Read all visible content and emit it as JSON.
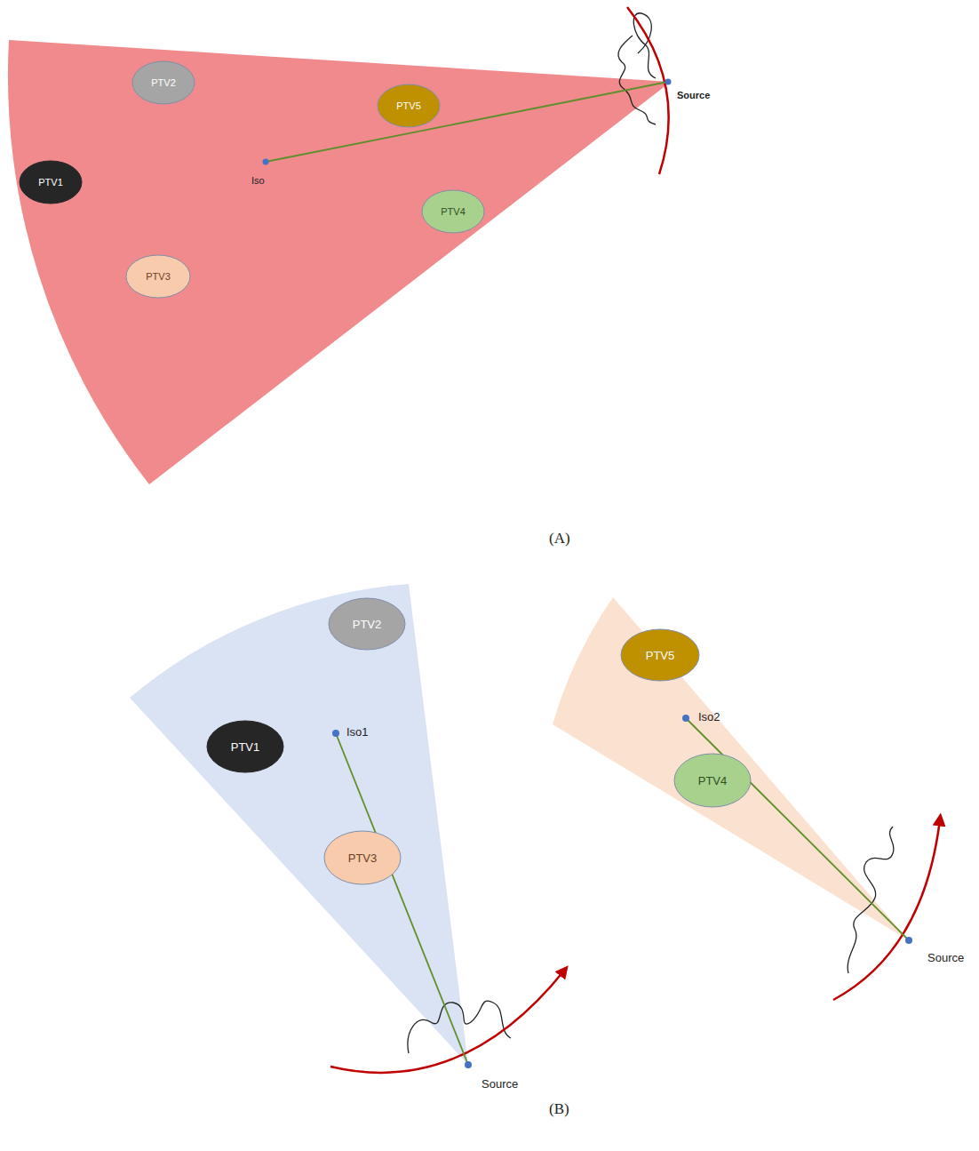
{
  "diagram": {
    "nodes": [
      {
        "text": [
          "PTV2"
        ]
      },
      {
        "text": [
          "PTV5"
        ]
      },
      {
        "text": [
          "PTV1"
        ]
      },
      {
        "text": [
          "PTV4"
        ]
      },
      {
        "text": [
          "PTV3"
        ]
      },
      {
        "text": [
          "PTV2"
        ]
      },
      {
        "text": [
          "PTV5"
        ]
      },
      {
        "text": [
          "PTV1"
        ]
      },
      {
        "text": [
          "PTV4"
        ]
      },
      {
        "text": [
          "PTV3"
        ]
      }
    ],
    "labels": [
      "Source",
      "Iso",
      "(A)",
      "Iso1",
      "Iso2",
      "Source",
      "Source",
      "(B)"
    ]
  }
}
